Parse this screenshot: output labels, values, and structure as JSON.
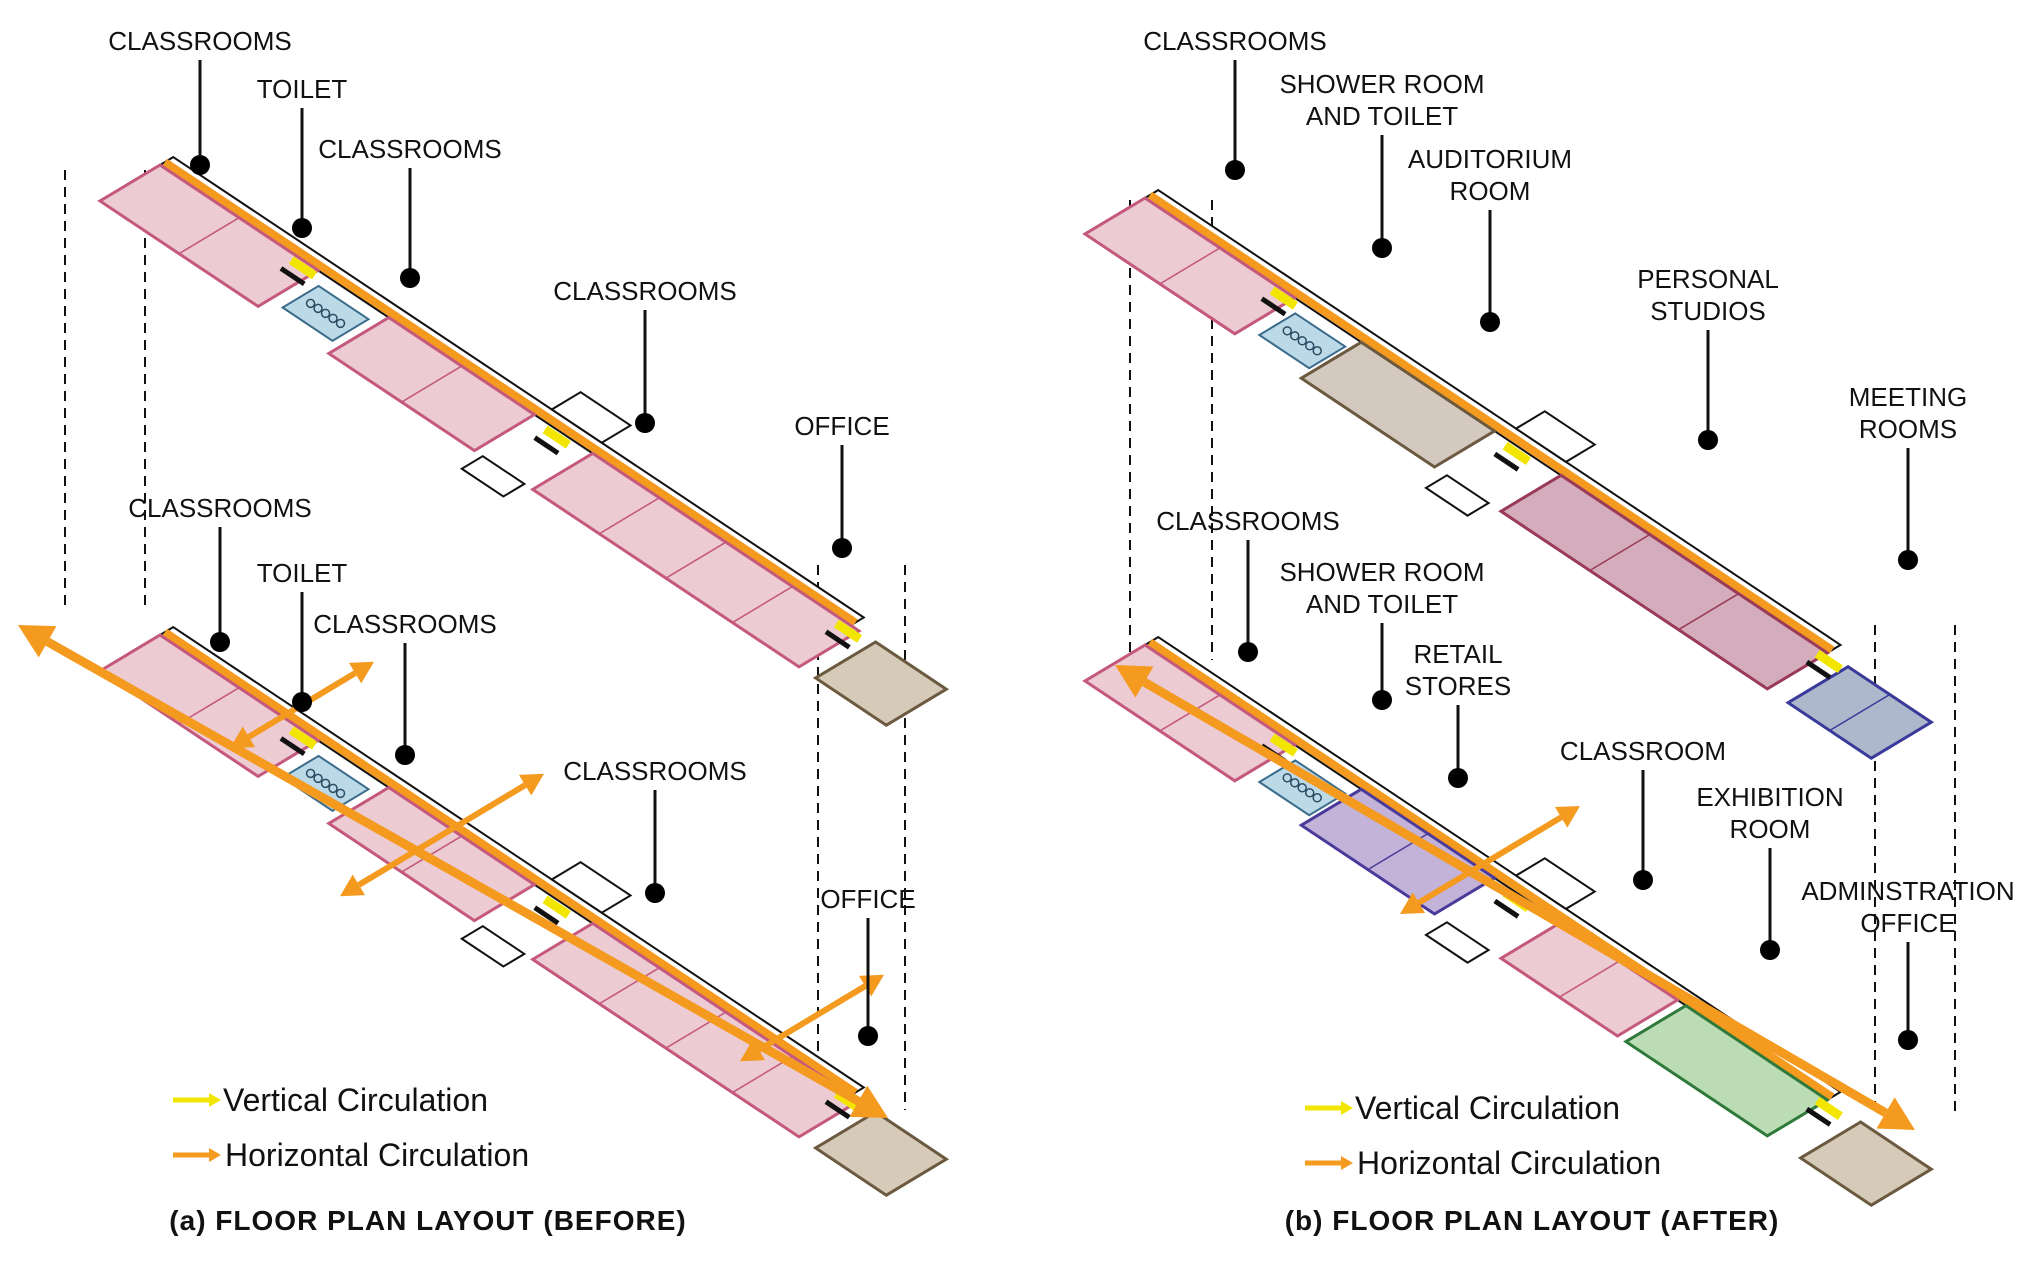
{
  "panels": [
    {
      "caption": "(a) FLOOR PLAN LAYOUT (BEFORE)",
      "upper_labels": [
        {
          "lines": [
            "CLASSROOMS"
          ]
        },
        {
          "lines": [
            "TOILET"
          ]
        },
        {
          "lines": [
            "CLASSROOMS"
          ]
        },
        {
          "lines": [
            "CLASSROOMS"
          ]
        },
        {
          "lines": [
            "OFFICE"
          ]
        }
      ],
      "lower_labels": [
        {
          "lines": [
            "CLASSROOMS"
          ]
        },
        {
          "lines": [
            "TOILET"
          ]
        },
        {
          "lines": [
            "CLASSROOMS"
          ]
        },
        {
          "lines": [
            "CLASSROOMS"
          ]
        },
        {
          "lines": [
            "OFFICE"
          ]
        }
      ],
      "legend": {
        "vertical": "Vertical Circulation",
        "horizontal": "Horizontal Circulation"
      }
    },
    {
      "caption": "(b) FLOOR PLAN LAYOUT (AFTER)",
      "upper_labels": [
        {
          "lines": [
            "CLASSROOMS"
          ]
        },
        {
          "lines": [
            "SHOWER ROOM",
            "AND TOILET"
          ]
        },
        {
          "lines": [
            "AUDITORIUM",
            "ROOM"
          ]
        },
        {
          "lines": [
            "PERSONAL",
            "STUDIOS"
          ]
        },
        {
          "lines": [
            "MEETING",
            "ROOMS"
          ]
        }
      ],
      "lower_labels": [
        {
          "lines": [
            "CLASSROOMS"
          ]
        },
        {
          "lines": [
            "SHOWER ROOM",
            "AND TOILET"
          ]
        },
        {
          "lines": [
            "RETAIL",
            "STORES"
          ]
        },
        {
          "lines": [
            "CLASSROOM"
          ]
        },
        {
          "lines": [
            "EXHIBITION",
            "ROOM"
          ]
        },
        {
          "lines": [
            "ADMINSTRATION",
            "OFFICE"
          ]
        }
      ],
      "legend": {
        "vertical": "Vertical Circulation",
        "horizontal": "Horizontal Circulation"
      }
    }
  ],
  "colors": {
    "classroom": "#eccbd3",
    "classroom_edge": "#c4587d",
    "toilet": "#bcd9e7",
    "office": "#d6cab8",
    "auditorium": "#d3c9bf",
    "studios": "#d4acbb",
    "meeting": "#aeb8cc",
    "retail": "#c4b3d9",
    "exhibition": "#bcdcb6",
    "vertical_circulation": "#f2e600",
    "horizontal_circulation": "#f39a1f"
  }
}
